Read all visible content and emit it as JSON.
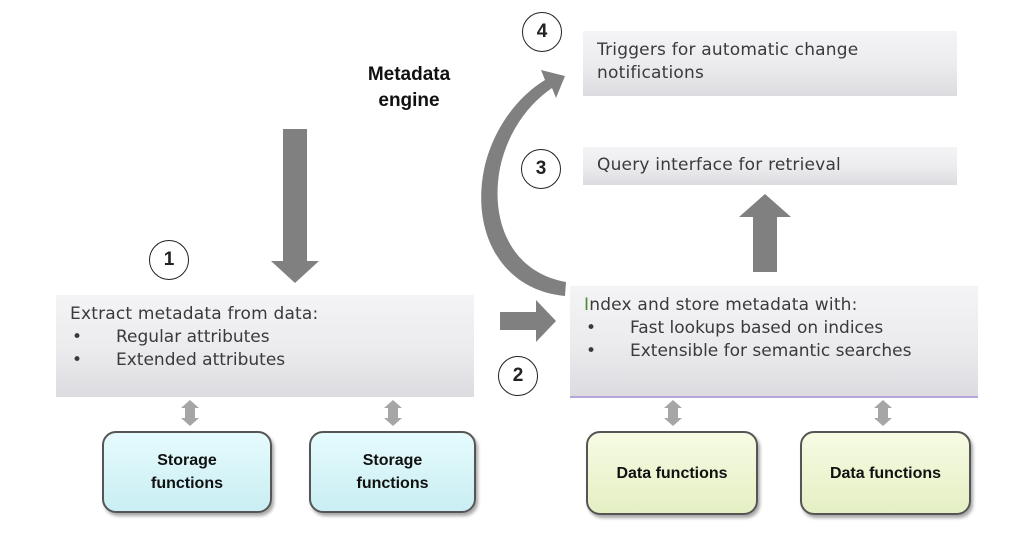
{
  "title": "Metadata engine",
  "title_lines": [
    "Metadata",
    "engine"
  ],
  "steps": [
    {
      "number": "1",
      "heading": "Extract metadata from data:",
      "bullets": [
        "Regular attributes",
        "Extended attributes"
      ]
    },
    {
      "number": "2",
      "heading_first_letter": "I",
      "heading_rest": "ndex and store metadata with:",
      "bullets": [
        "Fast lookups based on indices",
        "Extensible for semantic searches"
      ]
    },
    {
      "number": "3",
      "heading": "Query interface for retrieval"
    },
    {
      "number": "4",
      "heading_lines": [
        "Triggers for automatic change",
        "notifications"
      ]
    }
  ],
  "storage_functions": [
    {
      "lines": [
        "Storage",
        "functions"
      ]
    },
    {
      "lines": [
        "Storage",
        "functions"
      ]
    }
  ],
  "data_functions": [
    {
      "label": "Data functions"
    },
    {
      "label": "Data functions"
    }
  ],
  "bullet_char": "•",
  "colors": {
    "arrow": "#808080",
    "connector": "#a6a6a6",
    "storage_fill": "#d6f4f8",
    "data_fill": "#eef5d4",
    "box_fill": "#e9e9ec",
    "index_accent": "#4f8a2e",
    "index_border": "#b7a6d9"
  }
}
